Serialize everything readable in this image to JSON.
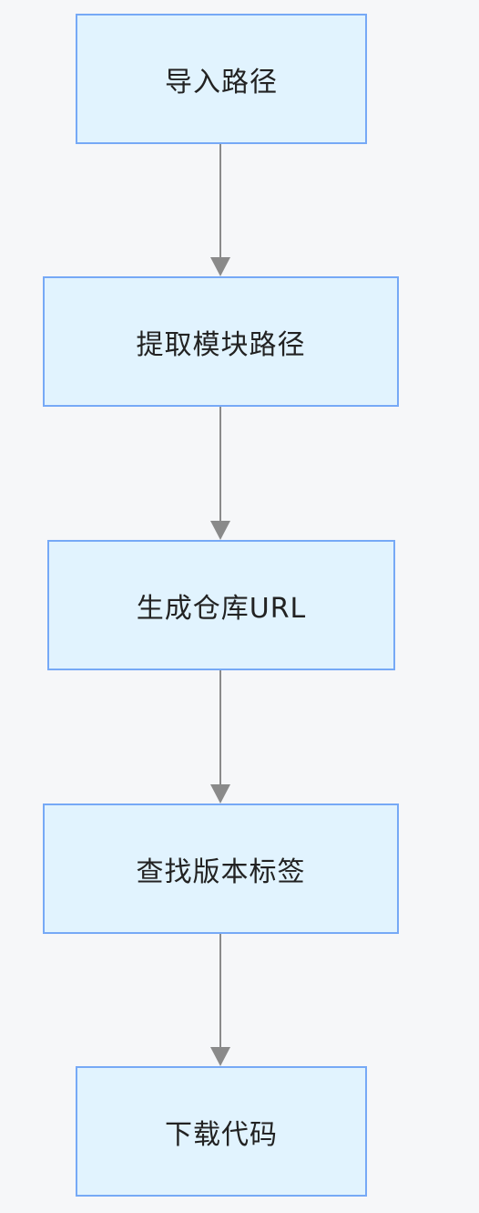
{
  "diagram": {
    "nodes": [
      {
        "label": "导入路径"
      },
      {
        "label": "提取模块路径"
      },
      {
        "label": "生成仓库URL"
      },
      {
        "label": "查找版本标签"
      },
      {
        "label": "下载代码"
      }
    ],
    "edges": [
      {
        "from": 0,
        "to": 1
      },
      {
        "from": 1,
        "to": 2
      },
      {
        "from": 2,
        "to": 3
      },
      {
        "from": 3,
        "to": 4
      }
    ],
    "colors": {
      "background": "#f6f7f9",
      "node_fill": "#e1f3fe",
      "node_border": "#76a9f6",
      "edge": "#8a8a8a"
    }
  }
}
